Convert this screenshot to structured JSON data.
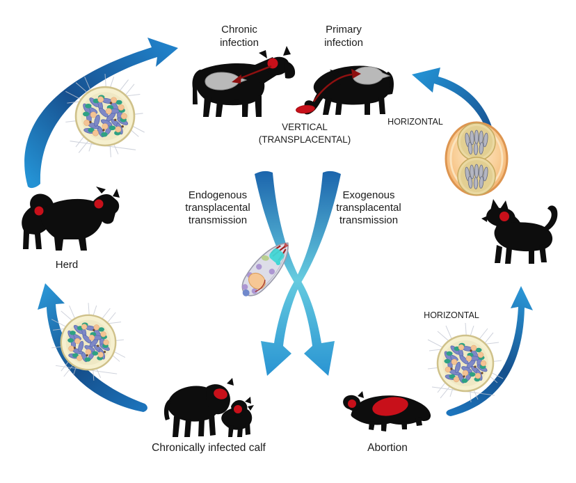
{
  "labels": {
    "chronic_infection": "Chronic\ninfection",
    "primary_infection": "Primary\ninfection",
    "vertical_transplacental": "VERTICAL\n(TRANSPLACENTAL)",
    "horizontal_top": "HORIZONTAL",
    "herd": "Herd",
    "endogenous": "Endogenous\ntransplacental\ntransmission",
    "exogenous": "Exogenous\ntransplacental\ntransmission",
    "horizontal_bottom": "HORIZONTAL",
    "chronically_infected_calf": "Chronically infected calf",
    "abortion": "Abortion"
  },
  "colors": {
    "background": "#ffffff",
    "text": "#1b1b1b",
    "silhouette_black": "#0d0d0d",
    "infection_red": "#c8101a",
    "dark_red_arrow": "#8e1010",
    "uterus_gray": "#b9b9b9",
    "arrow_blue_dark": "#17508f",
    "arrow_blue_bright": "#2492d4",
    "arrow_cyan_mid": "#66cbdf",
    "cyst_wall": "#f6f0cf",
    "cyst_wall_border": "#cfc18a",
    "bradyzoite_purple": "#7e88c6",
    "bradyzoite_green": "#2ea183",
    "bradyzoite_peach": "#f4c394",
    "oocyst_orange": "#f3ac66",
    "oocyst_border": "#dd9550",
    "sporocyst_tan": "#ead9a2"
  },
  "icons": {
    "tissue_cyst": "circular tissue cyst packed with bradyzoites",
    "oocyst": "sporulated oocyst with two sporocysts",
    "tachyzoite": "teardrop tachyzoite cell",
    "curved_arrow": "blue curved transmission arrow"
  }
}
